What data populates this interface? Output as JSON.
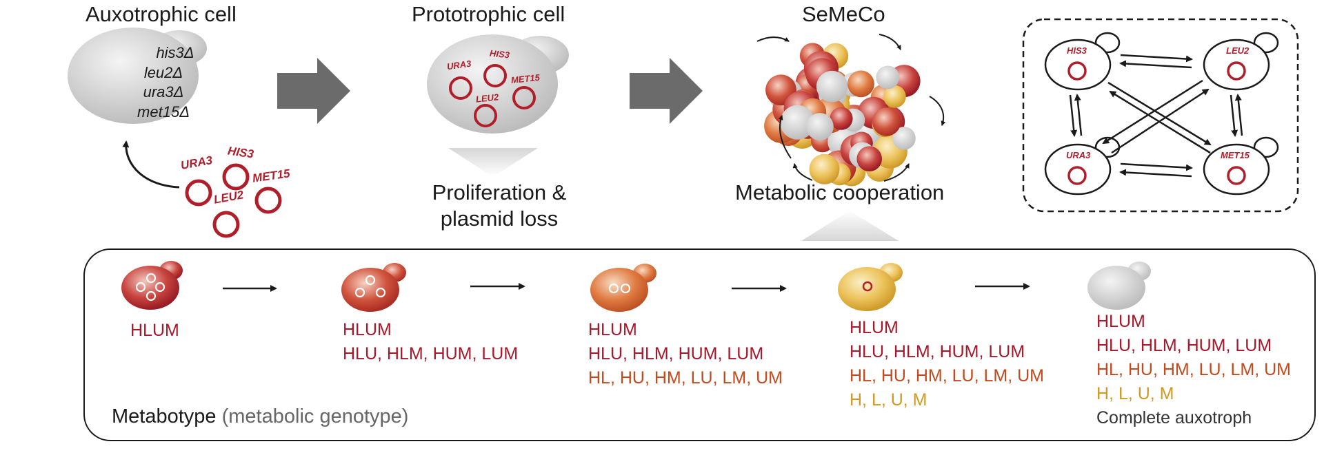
{
  "top": {
    "auxotrophic_title": "Auxotrophic cell",
    "auxotrophic_genotype": [
      "his3Δ",
      "leu2Δ",
      "ura3Δ",
      "met15Δ"
    ],
    "prototrophic_title": "Prototrophic cell",
    "semeco_title": "SeMeCo",
    "proliferation_caption": [
      "Proliferation &",
      "plasmid loss"
    ],
    "cooperation_caption": "Metabolic cooperation"
  },
  "plasmids": {
    "his3": "HIS3",
    "leu2": "LEU2",
    "ura3": "URA3",
    "met15": "MET15"
  },
  "exchange_cells": [
    "HIS3",
    "LEU2",
    "URA3",
    "MET15"
  ],
  "metabotype": {
    "title": "Metabotype",
    "subtitle": "(metabolic genotype)",
    "stages": [
      {
        "lines": [
          "HLUM"
        ]
      },
      {
        "lines": [
          "HLUM",
          "HLU, HLM, HUM, LUM"
        ]
      },
      {
        "lines": [
          "HLUM",
          "HLU, HLM, HUM, LUM",
          "HL, HU, HM, LU, LM, UM"
        ]
      },
      {
        "lines": [
          "HLUM",
          "HLU, HLM, HUM, LUM",
          "HL, HU, HM, LU, LM, UM",
          "H, L, U, M"
        ]
      },
      {
        "lines": [
          "HLUM",
          "HLU, HLM, HUM, LUM",
          "HL, HU, HM, LU, LM, UM",
          "H, L, U, M",
          "Complete auxotroph"
        ]
      }
    ]
  },
  "colors": {
    "plasmid_red": "#b01e2a",
    "arrow_gray": "#6b6b6b",
    "cell_gray": "#d4d4d4"
  }
}
